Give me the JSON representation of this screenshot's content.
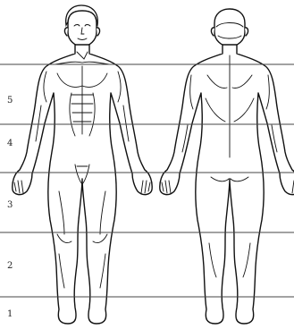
{
  "diagram": {
    "zones": [
      {
        "label": "5"
      },
      {
        "label": "4"
      },
      {
        "label": "3"
      },
      {
        "label": "2"
      },
      {
        "label": "1"
      }
    ],
    "views": [
      "front",
      "back"
    ]
  }
}
